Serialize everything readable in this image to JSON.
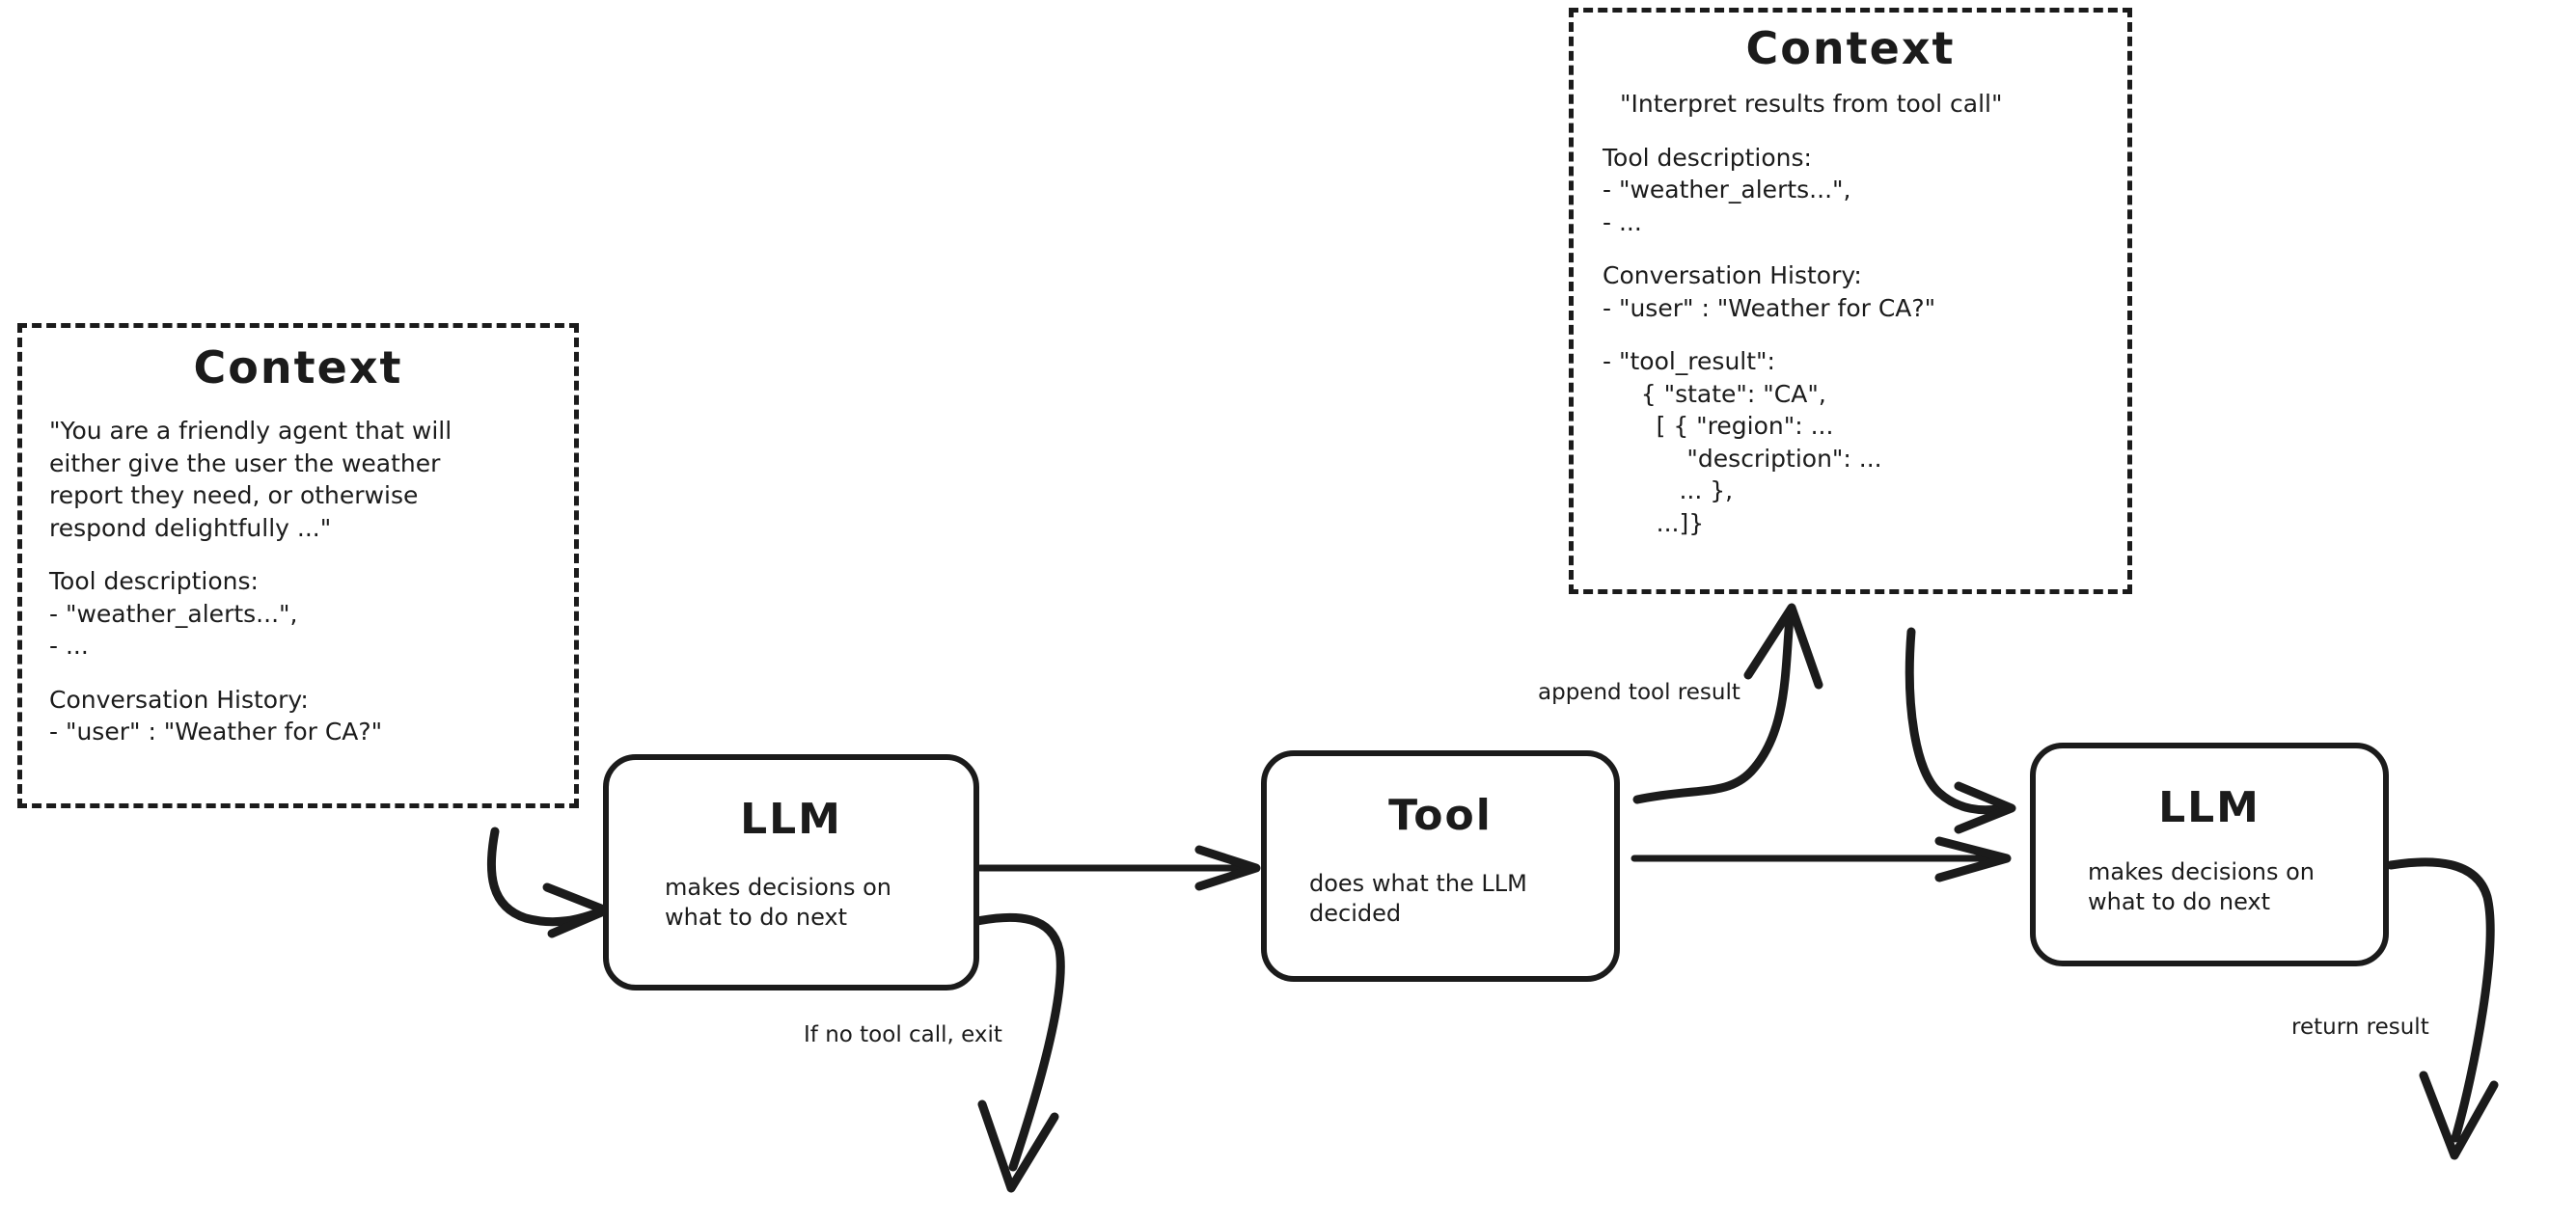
{
  "diagram": {
    "title": "Agent loop with tool calling",
    "type": "flow-diagram",
    "background_color": "#ffffff",
    "ink_color": "#1b1b1b"
  },
  "context_left": {
    "title": "Context",
    "system_prompt": [
      "\"You are a friendly agent that will",
      "either give the user the weather",
      "report they need, or otherwise",
      "respond delightfully ...\""
    ],
    "tool_descriptions_header": "Tool descriptions:",
    "tool_descriptions": [
      "- \"weather_alerts...\",",
      "- ..."
    ],
    "conversation_header": "Conversation History:",
    "conversation": [
      "- \"user\" : \"Weather for CA?\""
    ]
  },
  "context_right": {
    "title": "Context",
    "system_prompt": [
      "\"Interpret results from tool call\""
    ],
    "tool_descriptions_header": "Tool descriptions:",
    "tool_descriptions": [
      "- \"weather_alerts...\",",
      "- ..."
    ],
    "conversation_header": "Conversation History:",
    "conversation": [
      "- \"user\" : \"Weather for CA?\""
    ],
    "tool_result_header": "- \"tool_result\":",
    "tool_result_body": [
      "     { \"state\": \"CA\",",
      "       [ { \"region\": ...",
      "           \"description\": ...",
      "          ... },",
      "       ...]}"
    ]
  },
  "nodes": {
    "llm_first": {
      "title": "LLM",
      "subtitle": [
        "makes decisions on",
        "what to do next"
      ]
    },
    "tool": {
      "title": "Tool",
      "subtitle": [
        "does what the LLM",
        "decided"
      ]
    },
    "llm_second": {
      "title": "LLM",
      "subtitle": [
        "makes decisions on",
        "what to do next"
      ]
    }
  },
  "edges": {
    "context_to_llm": {
      "label": ""
    },
    "llm_to_tool": {
      "label": ""
    },
    "tool_to_context": {
      "label": "append tool result"
    },
    "context_to_llm2": {
      "label": ""
    },
    "tool_to_llm2": {
      "label": ""
    },
    "llm_exit": {
      "label": "If no tool call, exit"
    },
    "llm2_return": {
      "label": "return result"
    }
  }
}
